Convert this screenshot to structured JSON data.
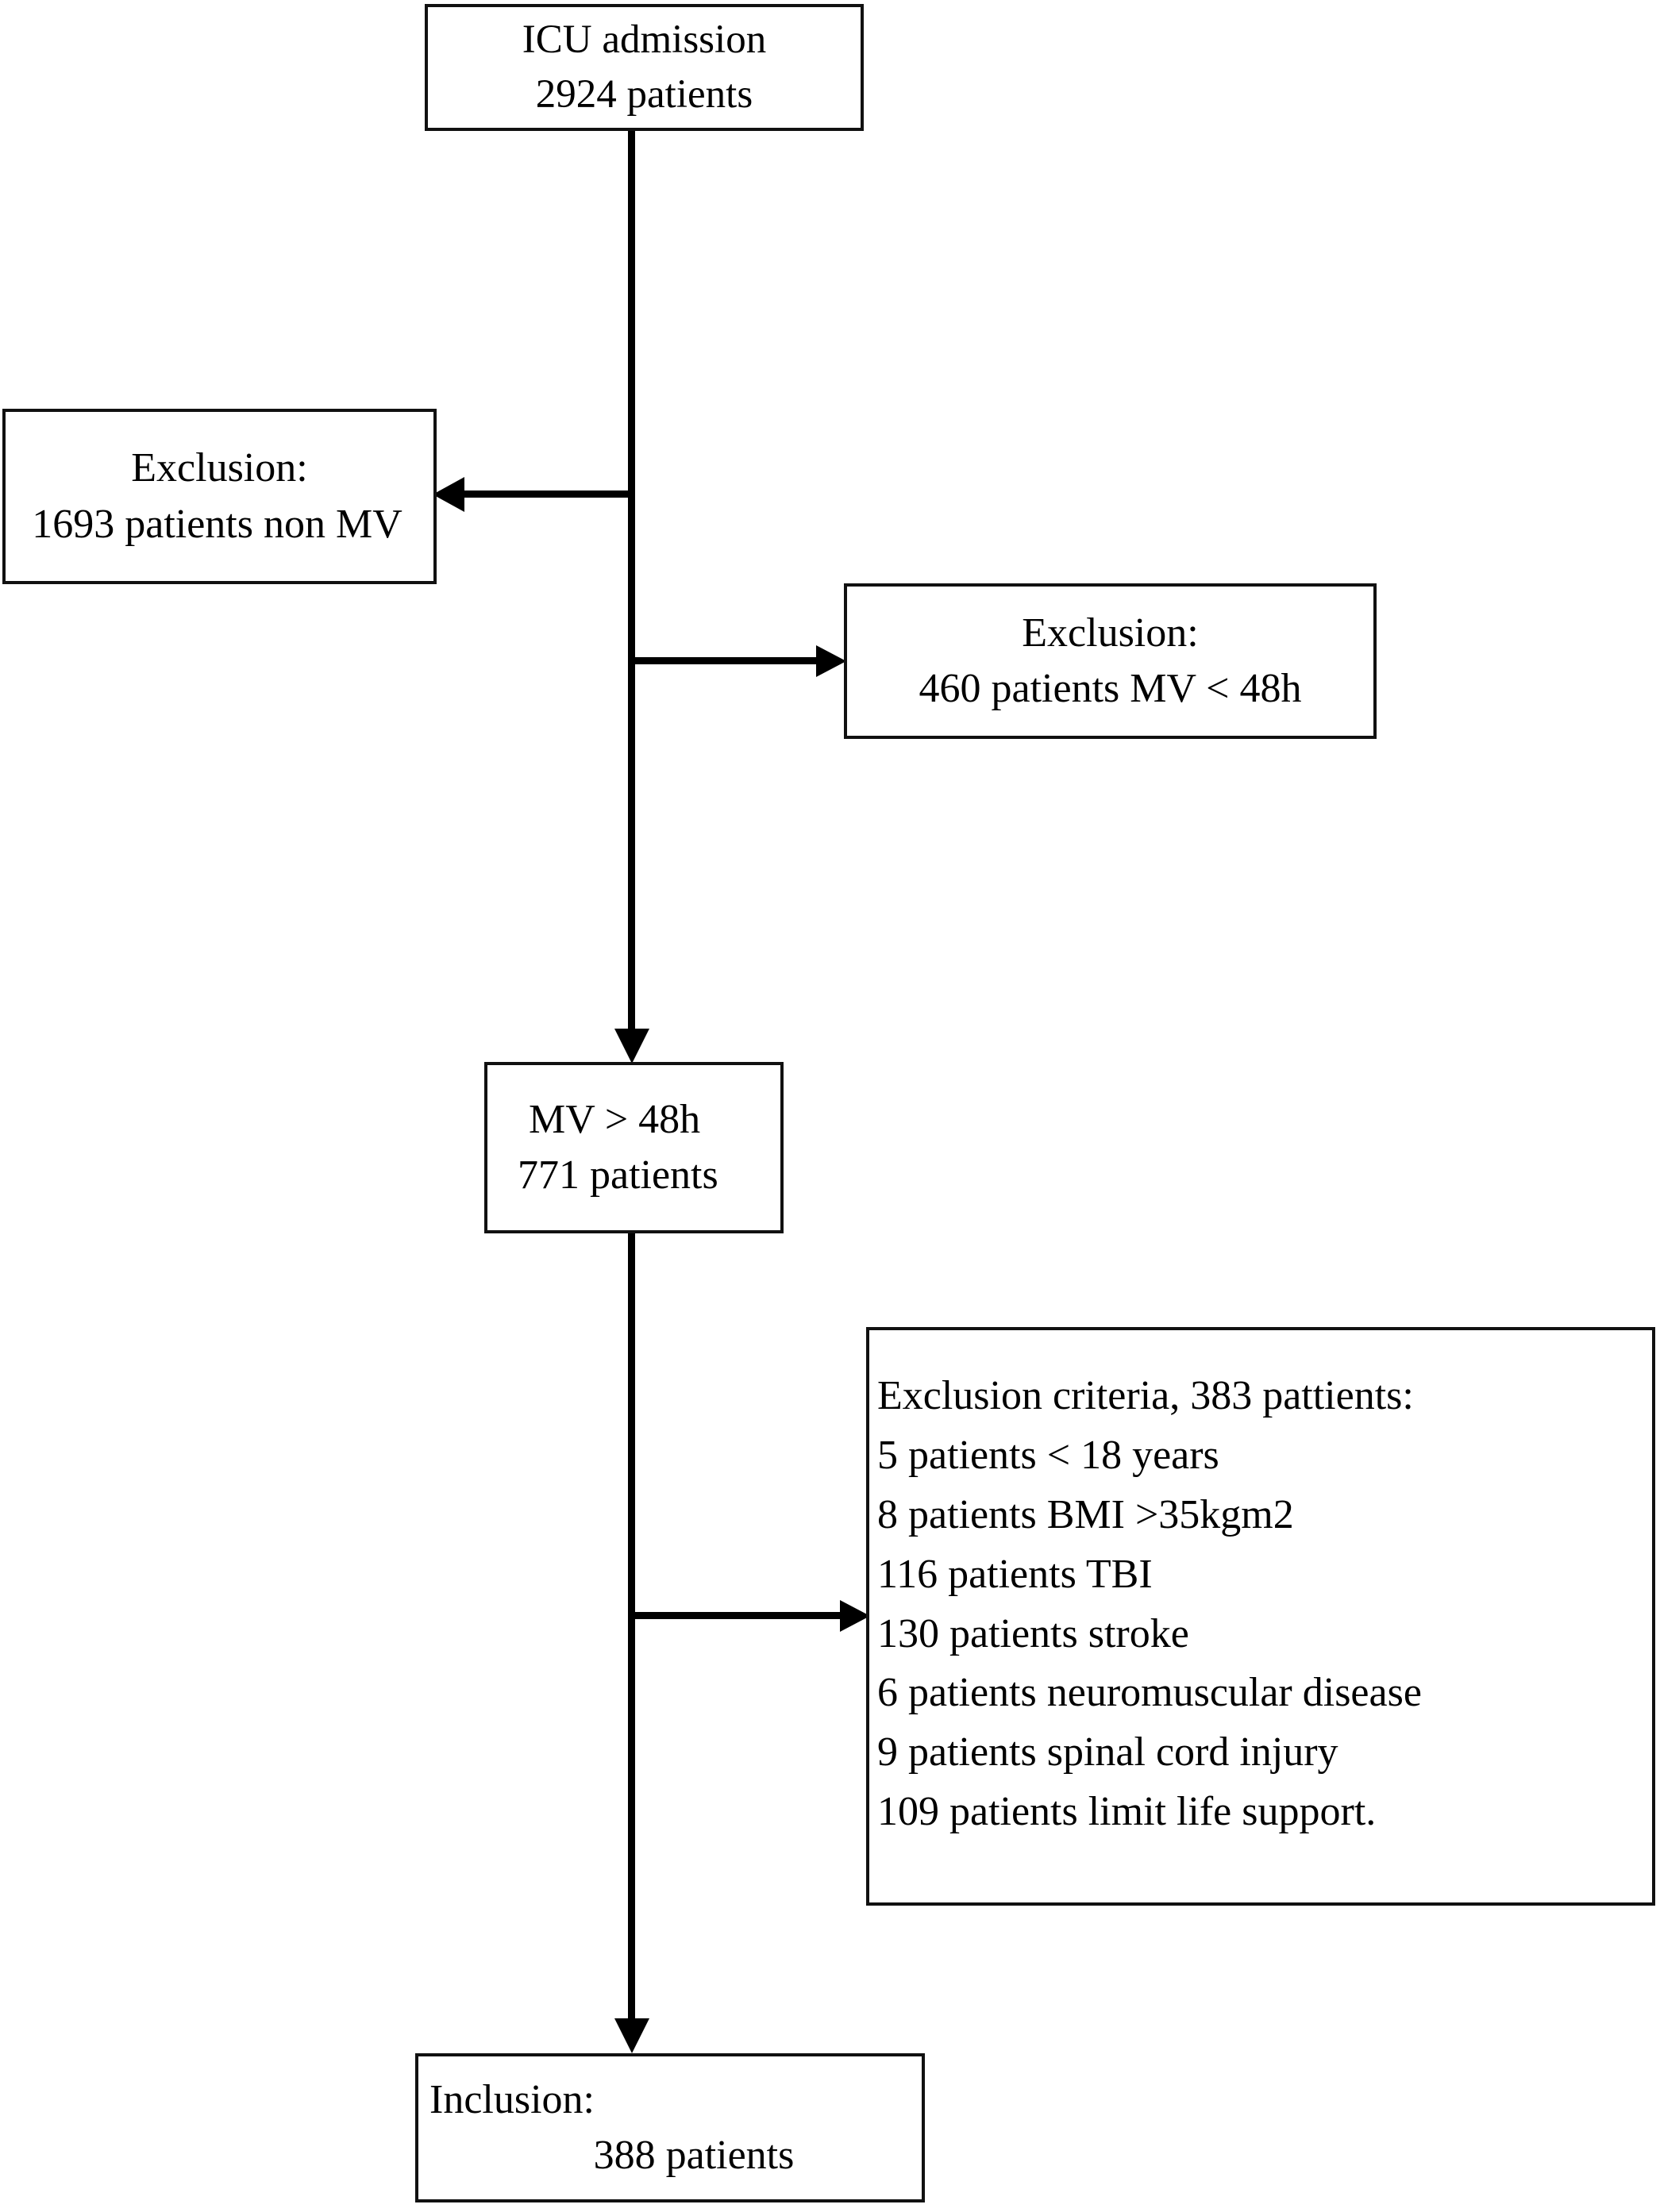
{
  "figure": {
    "type": "patient-flow-diagram",
    "orientation": "top-to-bottom"
  },
  "nodes": {
    "icu_admission": {
      "line1": "ICU admission",
      "line2": "2924 patients"
    },
    "exclusion_non_mv": {
      "line1": "Exclusion:",
      "line2": "1693 patients non MV"
    },
    "exclusion_mv_under_48h": {
      "line1": "Exclusion:",
      "line2": "460 patients MV < 48h"
    },
    "mv_over_48h": {
      "line1": "MV > 48h",
      "line2": "771 patients"
    },
    "exclusion_criteria": {
      "heading": "Exclusion criteria, 383 pattients:",
      "items": [
        "5 patients < 18 years",
        "8 patients BMI >35kgm2",
        "116 patients TBI",
        "130 patients stroke",
        "6 patients neuromuscular disease",
        "9 patients spinal cord injury",
        "109 patients limit life support."
      ]
    },
    "inclusion": {
      "line1": "Inclusion:",
      "line2": "388 patients"
    }
  },
  "style": {
    "stroke_color": "#000000",
    "box_border_color": "#111111",
    "background_color": "#ffffff"
  }
}
